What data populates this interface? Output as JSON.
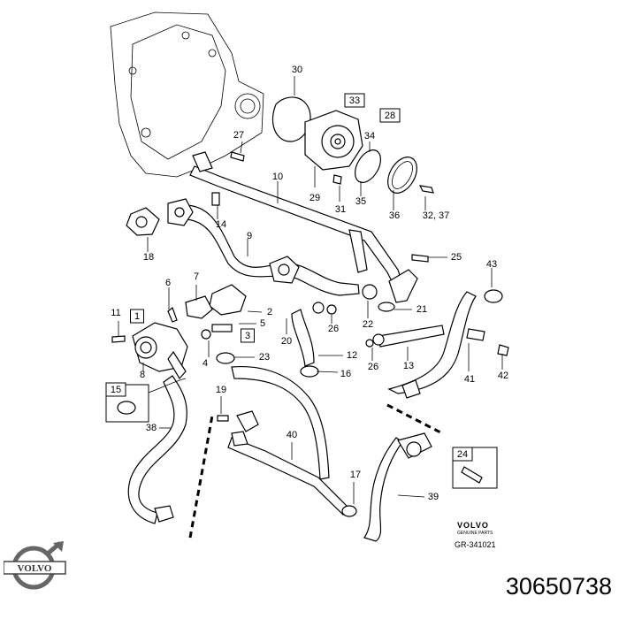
{
  "callouts": [
    {
      "id": "30",
      "text": "30"
    },
    {
      "id": "33",
      "text": "33",
      "boxed": true
    },
    {
      "id": "28",
      "text": "28",
      "boxed": true
    },
    {
      "id": "27",
      "text": "27"
    },
    {
      "id": "34",
      "text": "34"
    },
    {
      "id": "10",
      "text": "10"
    },
    {
      "id": "29",
      "text": "29"
    },
    {
      "id": "31",
      "text": "31"
    },
    {
      "id": "35",
      "text": "35"
    },
    {
      "id": "36",
      "text": "36"
    },
    {
      "id": "32-37",
      "text": "32, 37"
    },
    {
      "id": "14",
      "text": "14"
    },
    {
      "id": "9",
      "text": "9"
    },
    {
      "id": "18",
      "text": "18"
    },
    {
      "id": "25",
      "text": "25"
    },
    {
      "id": "43",
      "text": "43"
    },
    {
      "id": "6",
      "text": "6"
    },
    {
      "id": "7",
      "text": "7"
    },
    {
      "id": "2",
      "text": "2"
    },
    {
      "id": "22",
      "text": "22"
    },
    {
      "id": "21",
      "text": "21"
    },
    {
      "id": "11",
      "text": "11"
    },
    {
      "id": "1",
      "text": "1",
      "boxed": true
    },
    {
      "id": "5",
      "text": "5"
    },
    {
      "id": "20",
      "text": "20"
    },
    {
      "id": "26a",
      "text": "26"
    },
    {
      "id": "3",
      "text": "3",
      "boxed": true
    },
    {
      "id": "12",
      "text": "12"
    },
    {
      "id": "26b",
      "text": "26"
    },
    {
      "id": "13",
      "text": "13"
    },
    {
      "id": "42",
      "text": "42"
    },
    {
      "id": "4",
      "text": "4"
    },
    {
      "id": "23",
      "text": "23"
    },
    {
      "id": "8",
      "text": "8"
    },
    {
      "id": "16",
      "text": "16"
    },
    {
      "id": "41",
      "text": "41"
    },
    {
      "id": "15",
      "text": "15",
      "boxed": true
    },
    {
      "id": "19",
      "text": "19"
    },
    {
      "id": "38",
      "text": "38"
    },
    {
      "id": "40",
      "text": "40"
    },
    {
      "id": "24",
      "text": "24",
      "boxed": true
    },
    {
      "id": "17",
      "text": "17"
    },
    {
      "id": "39",
      "text": "39"
    }
  ],
  "brand_small": "VOLVO",
  "brand_sub": "GENUINE PARTS",
  "drawing_number": "GR-341021",
  "logo_text": "VOLVO",
  "part_number": "30650738"
}
